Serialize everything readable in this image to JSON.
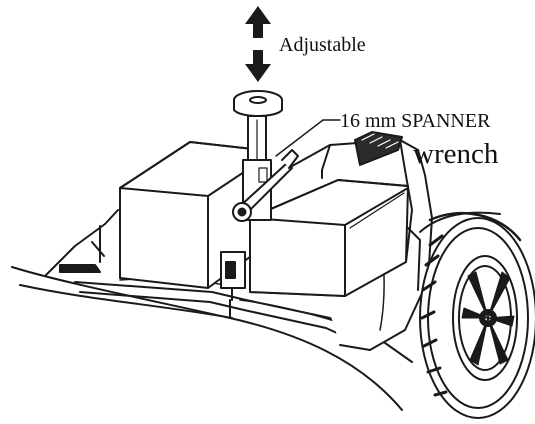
{
  "labels": {
    "adjustable": "Adjustable",
    "spanner": "16 mm SPANNER",
    "wrench": "wrench"
  },
  "colors": {
    "line": "#1a1a1a",
    "fill": "#ffffff",
    "shade": "#2b2b2b"
  },
  "icons": {
    "arrow": "double-vertical-arrow-icon",
    "wrench": "spanner-wrench-icon",
    "wheel": "rear-wheel-icon"
  }
}
